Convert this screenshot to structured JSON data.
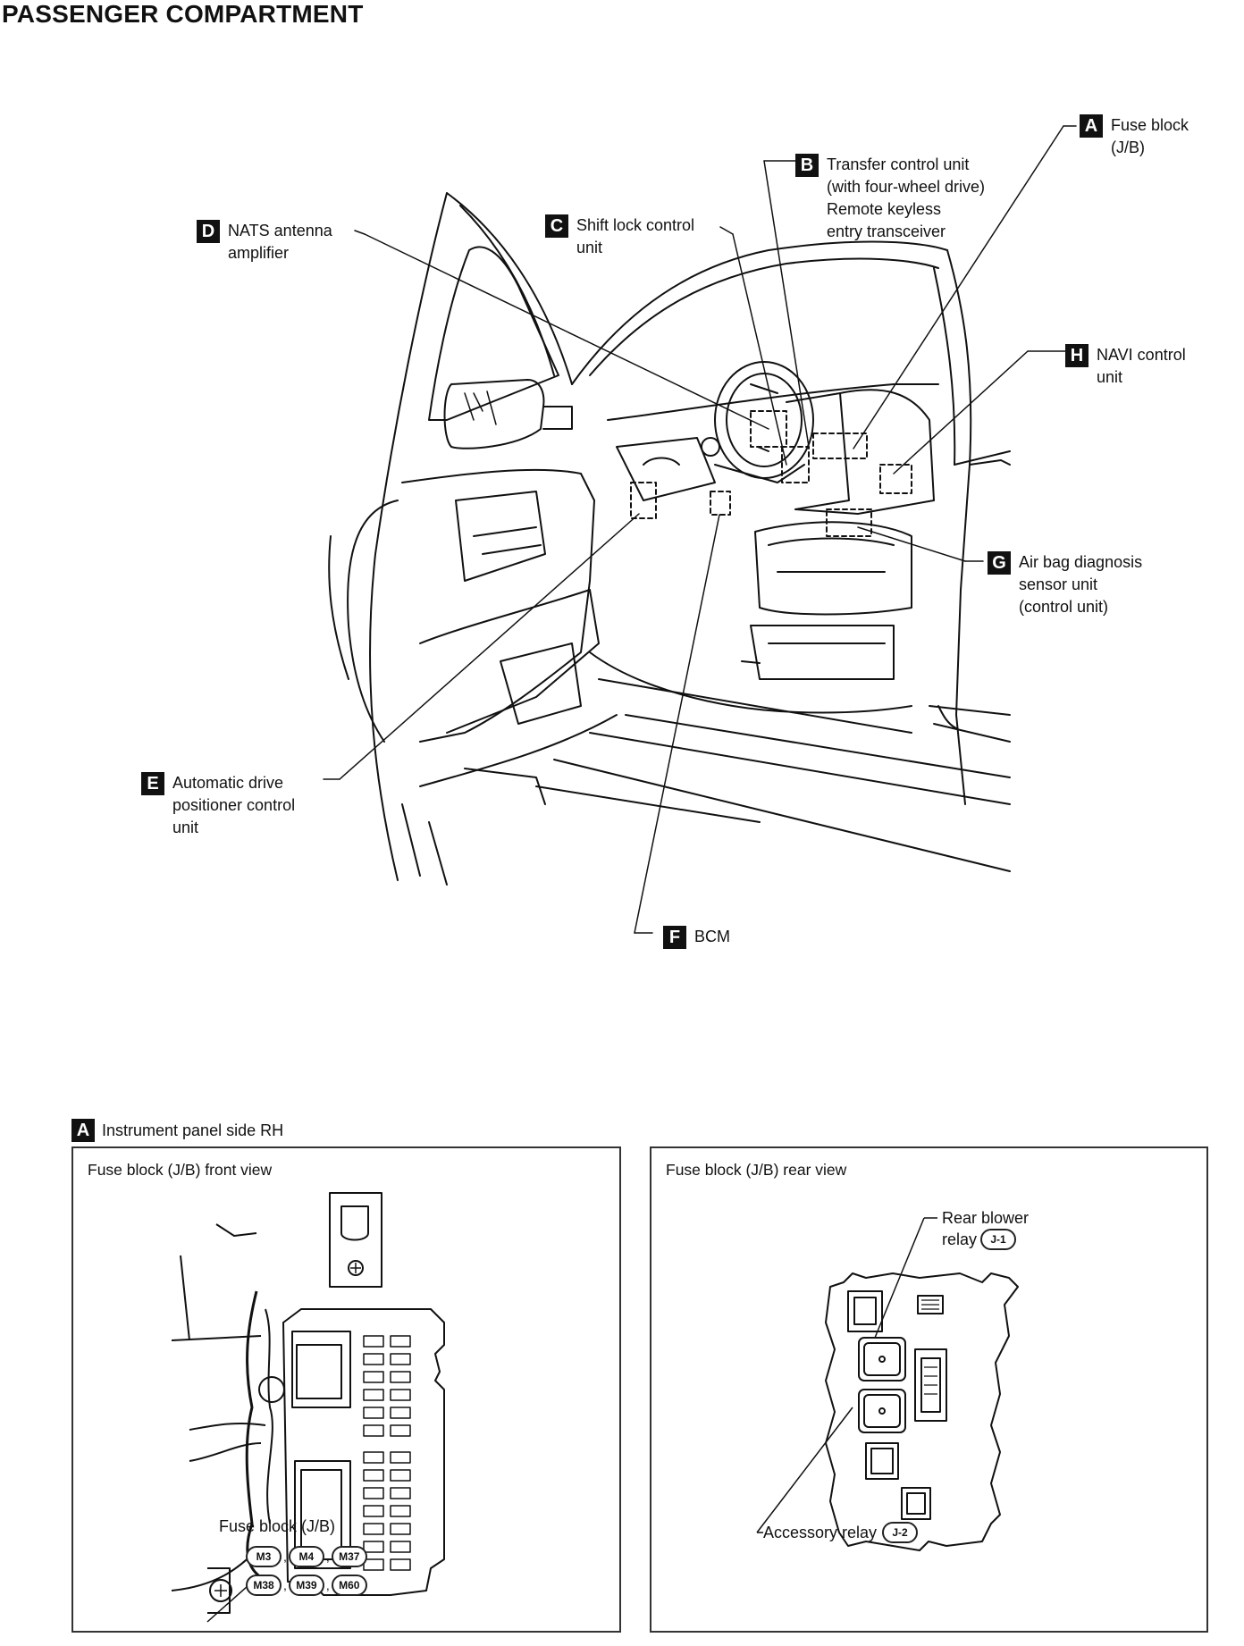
{
  "title": "PASSENGER COMPARTMENT",
  "callouts": {
    "A": {
      "letter": "A",
      "text": "Fuse block\n(J/B)"
    },
    "B": {
      "letter": "B",
      "text": "Transfer control unit\n(with four-wheel drive)\nRemote keyless\nentry transceiver"
    },
    "C": {
      "letter": "C",
      "text": "Shift lock control\nunit"
    },
    "D": {
      "letter": "D",
      "text": "NATS antenna\namplifier"
    },
    "E": {
      "letter": "E",
      "text": "Automatic drive\npositioner control\nunit"
    },
    "F": {
      "letter": "F",
      "text": "BCM"
    },
    "G": {
      "letter": "G",
      "text": "Air bag diagnosis\nsensor unit\n(control unit)"
    },
    "H": {
      "letter": "H",
      "text": "NAVI control\nunit"
    }
  },
  "detail": {
    "letter": "A",
    "label": "Instrument panel side RH",
    "front_panel": {
      "title": "Fuse block (J/B) front view",
      "callout": "Fuse block (J/B)",
      "connectors": [
        "M3",
        "M4",
        "M37",
        "M38",
        "M39",
        "M60"
      ]
    },
    "rear_panel": {
      "title": "Fuse block (J/B) rear view",
      "rear_blower_label_1": "Rear blower",
      "rear_blower_label_2": "relay",
      "rear_blower_code": "J-1",
      "accessory_label": "Accessory relay",
      "accessory_code": "J-2"
    }
  },
  "colors": {
    "line": "#111111",
    "box_fill": "#111111",
    "box_text": "#ffffff"
  }
}
